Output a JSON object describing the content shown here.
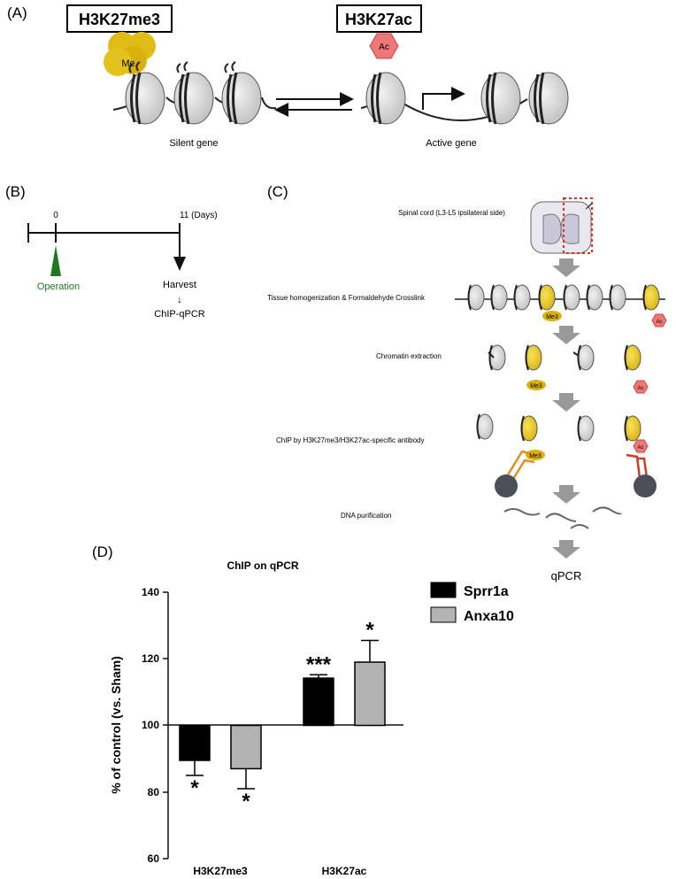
{
  "panel_a": {
    "label": "(A)",
    "left_mark": "H3K27me3",
    "right_mark": "H3K27ac",
    "me_label": "Me",
    "ac_label": "Ac",
    "silent_caption": "Silent gene",
    "active_caption": "Active gene"
  },
  "panel_b": {
    "label": "(B)",
    "tick_start": "0",
    "tick_end": "11 (Days)",
    "operation": "Operation",
    "harvest": "Harvest",
    "arrow": "↓",
    "assay": "ChIP-qPCR",
    "colors": {
      "operation": "#1f7a1f"
    }
  },
  "panel_c": {
    "label": "(C)",
    "steps": [
      "Spinal cord (L3-L5 ipsilateral side)",
      "Tissue homogenization & Formaldehyde Crosslink",
      "Chromatin extraction",
      "ChIP by H3K27me3/H3K27ac-specific antibody",
      "DNA purification"
    ],
    "me3_label": "Me3",
    "ac_label": "Ac",
    "final": "qPCR"
  },
  "panel_d": {
    "label": "(D)",
    "title": "ChIP on qPCR",
    "ylabel": "% of control (vs. Sham)",
    "yticks": [
      "60",
      "80",
      "100",
      "120",
      "140"
    ],
    "categories": [
      "H3K27me3",
      "H3K27ac"
    ],
    "legend": [
      "Sprr1a",
      "Anxa10"
    ],
    "significance": [
      "*",
      "*",
      "***",
      "*"
    ]
  },
  "chart_data": {
    "type": "bar",
    "title": "ChIP on qPCR",
    "xlabel": "",
    "ylabel": "% of control (vs. Sham)",
    "categories": [
      "H3K27me3",
      "H3K27ac"
    ],
    "baseline": 100,
    "ylim": [
      60,
      140
    ],
    "series": [
      {
        "name": "Sprr1a",
        "color": "#000000",
        "values": [
          89.5,
          114.2
        ],
        "errors": [
          4.5,
          1.0
        ],
        "significance": [
          "*",
          "***"
        ]
      },
      {
        "name": "Anxa10",
        "color": "#b3b3b3",
        "values": [
          87,
          119
        ],
        "errors": [
          6,
          6.5
        ],
        "significance": [
          "*",
          "*"
        ]
      }
    ],
    "legend_position": "right",
    "grid": false
  }
}
